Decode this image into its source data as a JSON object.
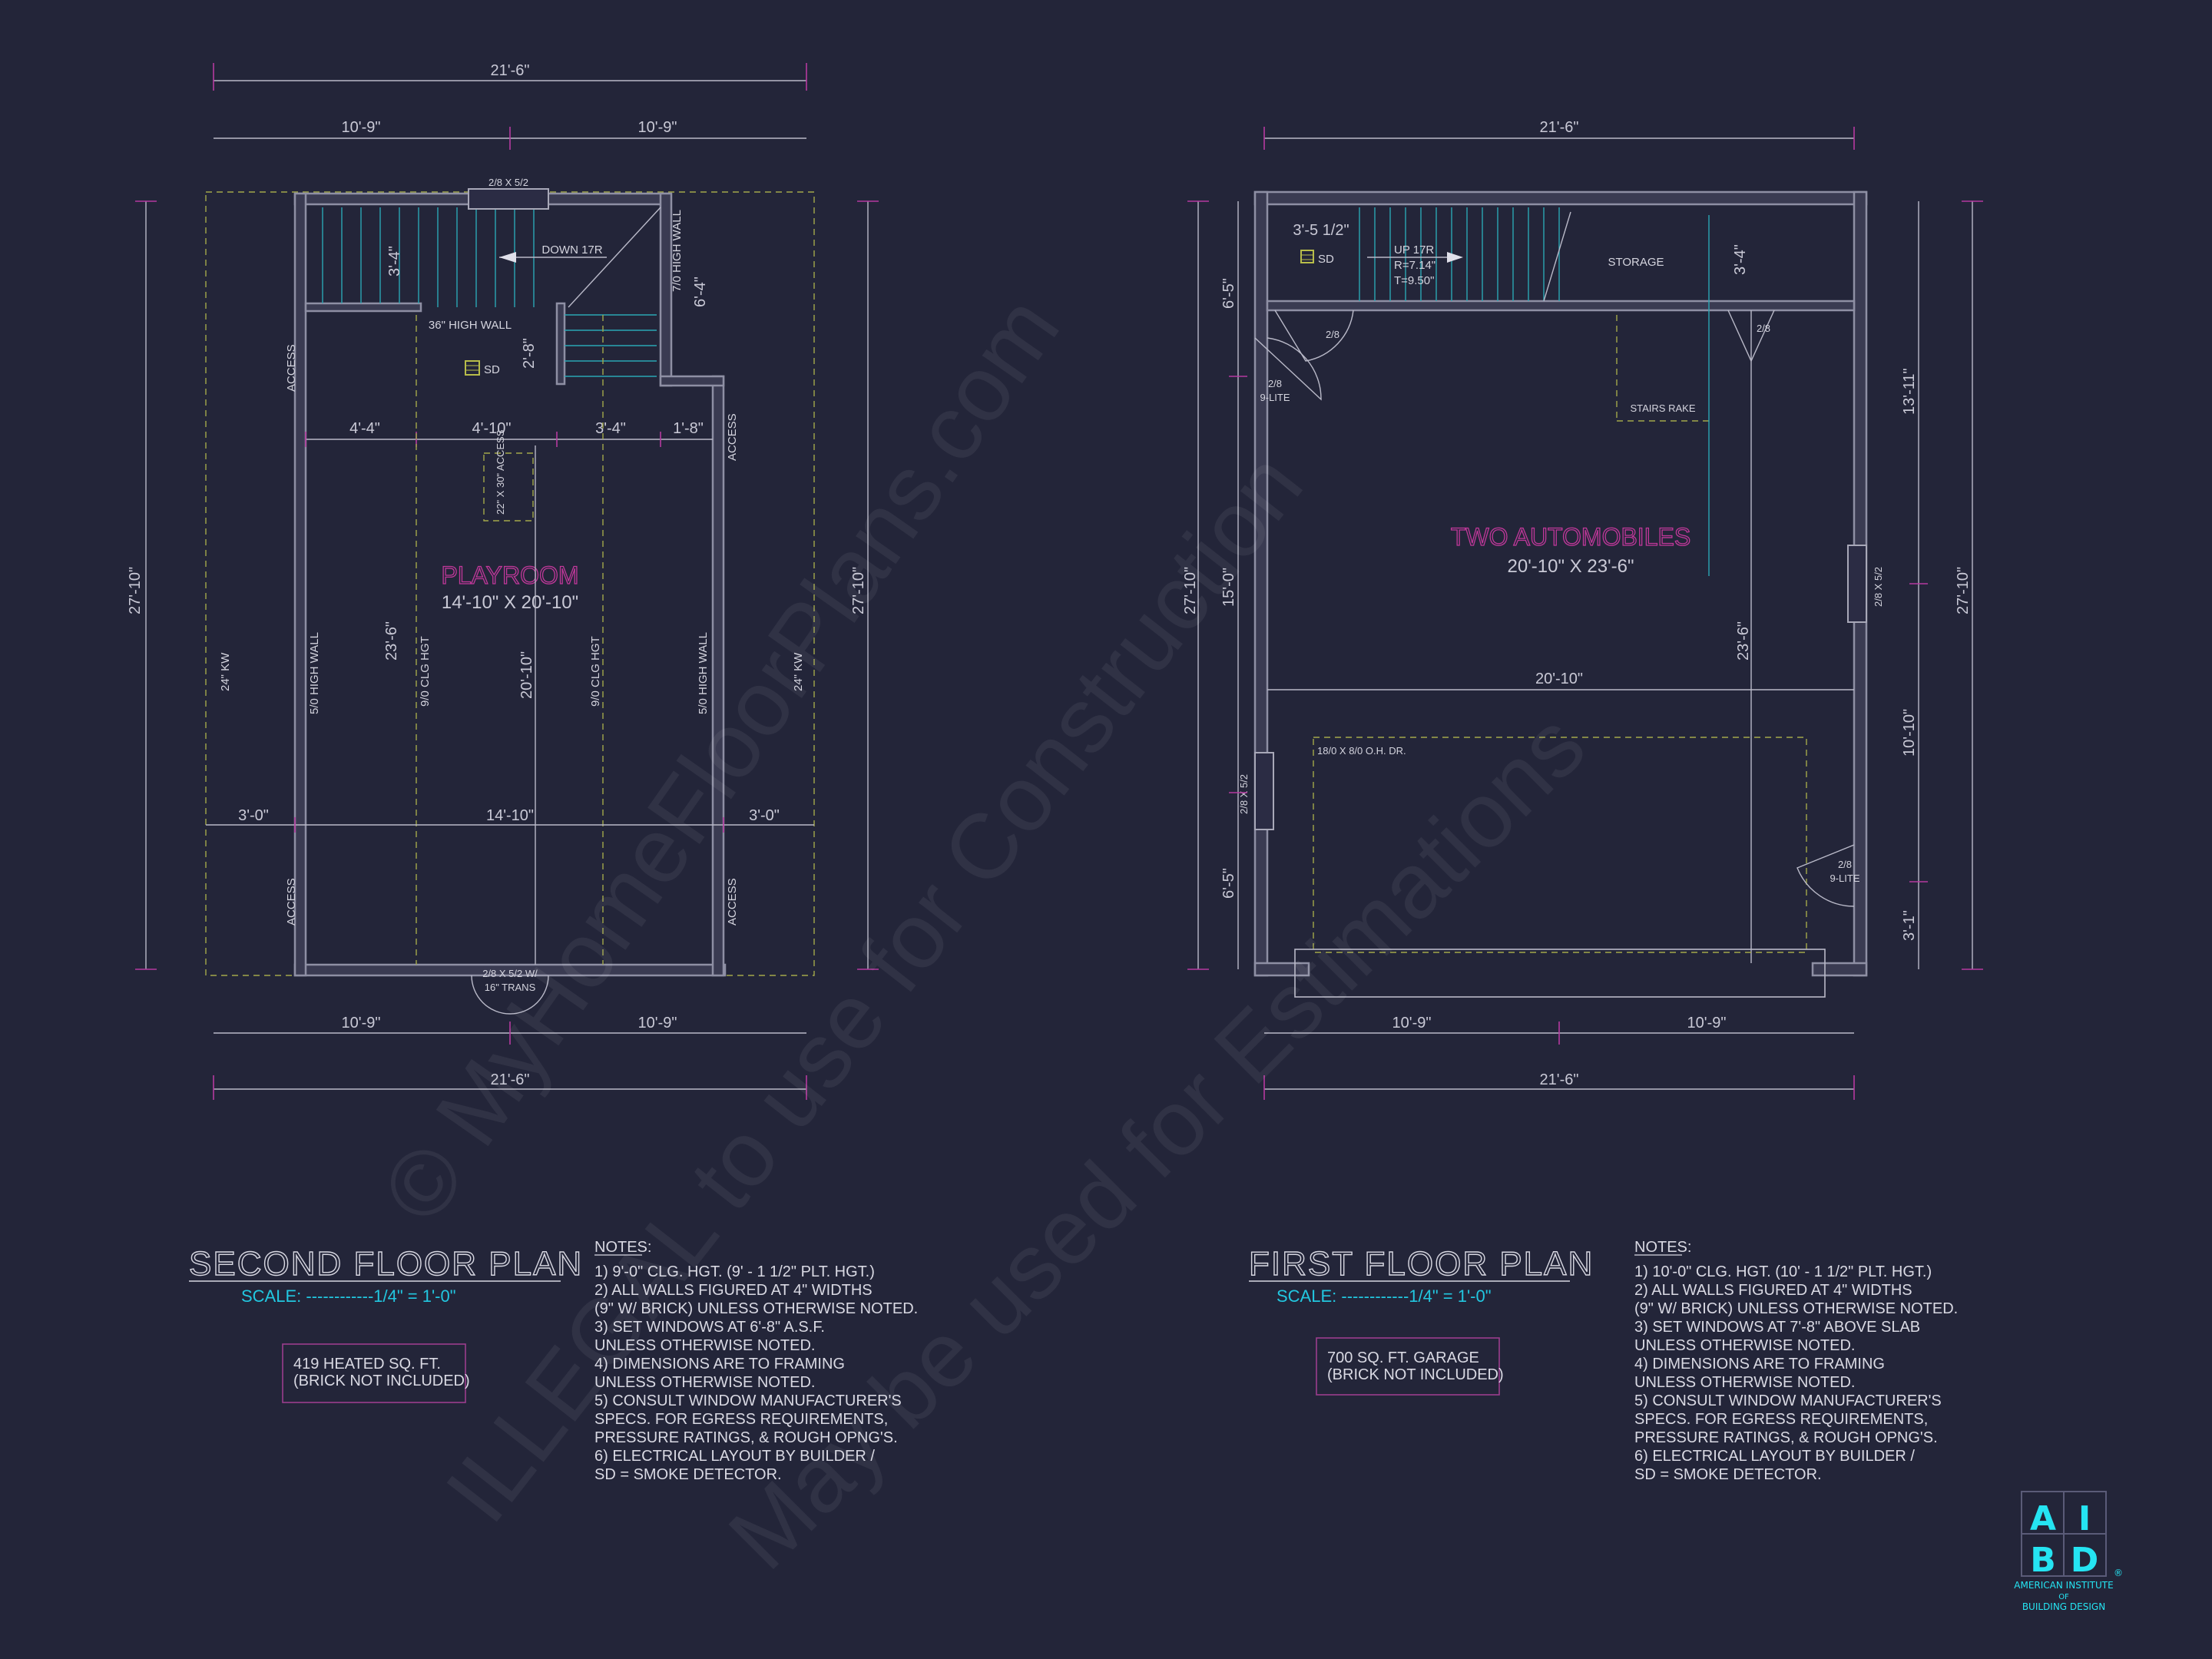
{
  "watermark": {
    "line1": "© MyHomeFloorPlans.com",
    "line2": "ILLEGAL to use for Construction",
    "line3": "May be used for Estimations"
  },
  "second_floor": {
    "title": "SECOND FLOOR PLAN",
    "scale": "SCALE: ------------1/4\" = 1'-0\"",
    "area_box": [
      "419 HEATED SQ. FT.",
      "(BRICK NOT INCLUDED)"
    ],
    "notes_title": "NOTES:",
    "notes": [
      "1) 9'-0\"  CLG. HGT. (9' - 1 1/2\" PLT. HGT.)",
      "2) ALL  WALLS FIGURED AT 4\" WIDTHS",
      "    (9\" W/ BRICK) UNLESS OTHERWISE NOTED.",
      "3) SET WINDOWS AT 6'-8\" A.S.F.",
      "    UNLESS OTHERWISE NOTED.",
      "4) DIMENSIONS ARE TO FRAMING",
      "    UNLESS OTHERWISE NOTED.",
      "5) CONSULT WINDOW MANUFACTURER'S",
      "    SPECS. FOR EGRESS REQUIREMENTS,",
      "    PRESSURE RATINGS, & ROUGH OPNG'S.",
      "6) ELECTRICAL LAYOUT BY BUILDER /",
      "    SD = SMOKE DETECTOR."
    ],
    "room_name": "PLAYROOM",
    "room_size": "14'-10\" X 20'-10\"",
    "dims": {
      "overall_w": "21'-6\"",
      "half_left": "10'-9\"",
      "half_right": "10'-9\"",
      "overall_h": "27'-10\"",
      "stair_h": "3'-4\"",
      "stair_v": "2'-8\"",
      "closet_h": "6'-4\"",
      "seg_a": "4'-4\"",
      "seg_b": "4'-10\"",
      "seg_c": "3'-4\"",
      "seg_d": "1'-8\"",
      "room_len": "20'-10\"",
      "room_depth": "23'-6\"",
      "side_left": "3'-0\"",
      "side_mid": "14'-10\"",
      "side_right": "3'-0\""
    },
    "labels": {
      "window_top": "2/8 X 5/2",
      "down": "DOWN 17R",
      "half_wall": "36\" HIGH WALL",
      "tall_wall": "7/0 HIGH WALL",
      "sd": "SD",
      "attic": "22\" X 30\" ACCESS",
      "access": "ACCESS",
      "kw": "24\" KW",
      "high_wall": "5/0 HIGH WALL",
      "clg": "9/0 CLG HGT",
      "door_bottom_1": "2/8 X 5/2 W/",
      "door_bottom_2": "16\" TRANS"
    }
  },
  "first_floor": {
    "title": "FIRST FLOOR PLAN",
    "scale": "SCALE: ------------1/4\" = 1'-0\"",
    "area_box": [
      "700 SQ. FT. GARAGE",
      "(BRICK NOT INCLUDED)"
    ],
    "notes_title": "NOTES:",
    "notes": [
      "1) 10'-0\"  CLG. HGT. (10' - 1 1/2\" PLT. HGT.)",
      "2) ALL  WALLS FIGURED AT 4\" WIDTHS",
      "    (9\" W/ BRICK) UNLESS OTHERWISE NOTED.",
      "3) SET WINDOWS AT 7'-8\" ABOVE SLAB",
      "    UNLESS OTHERWISE NOTED.",
      "4) DIMENSIONS ARE TO FRAMING",
      "    UNLESS OTHERWISE NOTED.",
      "5) CONSULT WINDOW MANUFACTURER'S",
      "    SPECS. FOR EGRESS REQUIREMENTS,",
      "    PRESSURE RATINGS, & ROUGH OPNG'S.",
      "6) ELECTRICAL LAYOUT BY BUILDER /",
      "    SD = SMOKE DETECTOR."
    ],
    "room_name": "TWO AUTOMOBILES",
    "room_size": "20'-10\" X 23'-6\"",
    "dims": {
      "overall_w": "21'-6\"",
      "half_left": "10'-9\"",
      "half_right": "10'-9\"",
      "overall_h": "27'-10\"",
      "top_left": "6'-5\"",
      "mid_left": "15'-0\"",
      "bot_left": "6'-5\"",
      "top_right": "13'-11\"",
      "mid_right": "10'-10\"",
      "bot_right": "3'-1\"",
      "stair_w": "3'-5 1/2\"",
      "stor_h": "3'-4\"",
      "interior_w": "20'-10\"",
      "interior_h": "23'-6\""
    },
    "labels": {
      "sd": "SD",
      "up": "UP 17R",
      "riser": "R=7.14\"",
      "tread": "T=9.50\"",
      "storage": "STORAGE",
      "door_a": "2/8",
      "door_b": "2/8",
      "side_door_1": "2/8",
      "side_door_2": "9-LITE",
      "stairs_rake": "STAIRS RAKE",
      "window_right": "2/8 X 5/2",
      "window_left": "2/8 X 5/2",
      "oh_door": "18/0 X 8/0 O.H. DR.",
      "rdoor_1": "2/8",
      "rdoor_2": "9-LITE"
    }
  },
  "logo": {
    "letters": [
      "A",
      "I",
      "B",
      "D"
    ],
    "org_1": "AMERICAN INSTITUTE",
    "org_2": "OF",
    "org_3": "BUILDING DESIGN",
    "mark": "®"
  }
}
